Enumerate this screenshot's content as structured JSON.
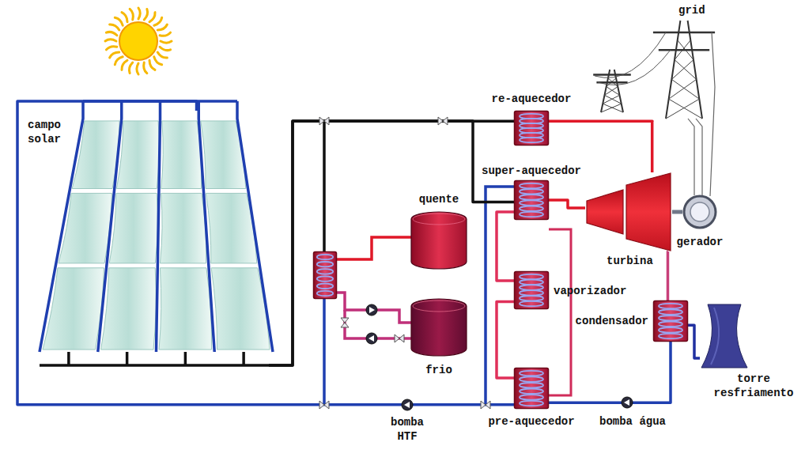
{
  "diagram": {
    "nodes": [
      {
        "text": [
          "campo solar"
        ]
      },
      {
        "text": [
          "re-aquecedor"
        ]
      },
      {
        "text": [
          "super-aquecedor"
        ]
      },
      {
        "text": [
          "quente"
        ]
      },
      {
        "text": [
          "frio"
        ]
      },
      {
        "text": [
          "vaporizador"
        ]
      },
      {
        "text": [
          "turbina"
        ]
      },
      {
        "text": [
          "gerador"
        ]
      },
      {
        "text": [
          "condensador"
        ]
      },
      {
        "text": [
          "torre resfriamento"
        ]
      },
      {
        "text": [
          "pre-aquecedor"
        ]
      }
    ],
    "edges": [
      {
        "from": 0,
        "to": 1,
        "arrow": "none"
      },
      {
        "from": 0,
        "to": 2,
        "arrow": "none"
      },
      {
        "from": 1,
        "to": 6,
        "arrow": "none"
      },
      {
        "from": 2,
        "to": 6,
        "arrow": "none"
      },
      {
        "from": 5,
        "to": 2,
        "arrow": "none"
      },
      {
        "from": 10,
        "to": 5,
        "arrow": "none"
      },
      {
        "from": 6,
        "to": 8,
        "arrow": "none"
      },
      {
        "from": 8,
        "to": 9,
        "arrow": "none"
      },
      {
        "from": 8,
        "to": 10,
        "arrow": "none"
      },
      {
        "from": 10,
        "to": 0,
        "arrow": "none"
      },
      {
        "from": 6,
        "to": 7,
        "arrow": "none"
      }
    ],
    "labels": [
      "grid",
      "bomba HTF",
      "bomba água"
    ]
  }
}
